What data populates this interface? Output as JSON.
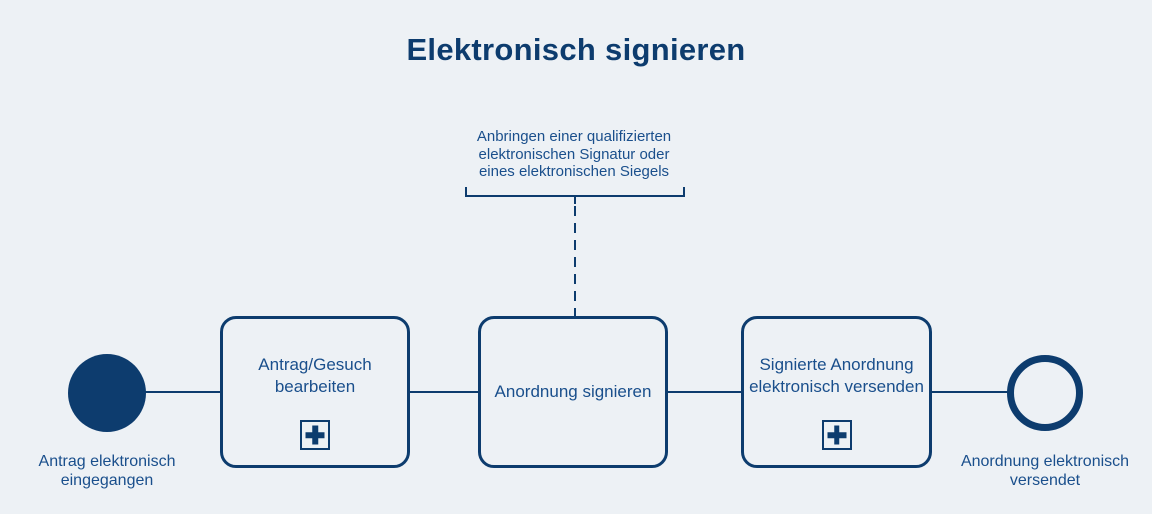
{
  "title": "Elektronisch signieren",
  "annotation": {
    "lines": [
      "Anbringen einer qualifizierten",
      "elektronischen Signatur oder",
      "eines elektronischen Siegels"
    ],
    "target": "Anordnung signieren"
  },
  "process": {
    "start_event": {
      "type": "start-event-filled-circle",
      "label_lines": [
        "Antrag elektronisch",
        "eingegangen"
      ]
    },
    "tasks": [
      {
        "label_lines": [
          "Antrag/Gesuch",
          "bearbeiten"
        ],
        "marker": "collapsed-subprocess-plus"
      },
      {
        "label_lines": [
          "Anordnung signieren"
        ],
        "marker": null
      },
      {
        "label_lines": [
          "Signierte Anordnung",
          "elektronisch versenden"
        ],
        "marker": "collapsed-subprocess-plus"
      }
    ],
    "end_event": {
      "type": "end-event-outlined-circle",
      "label_lines": [
        "Anordnung elektronisch",
        "versendet"
      ]
    }
  },
  "colors": {
    "background": "#edf1f5",
    "navy": "#0d3c6e",
    "text_blue": "#1a4f8c"
  }
}
